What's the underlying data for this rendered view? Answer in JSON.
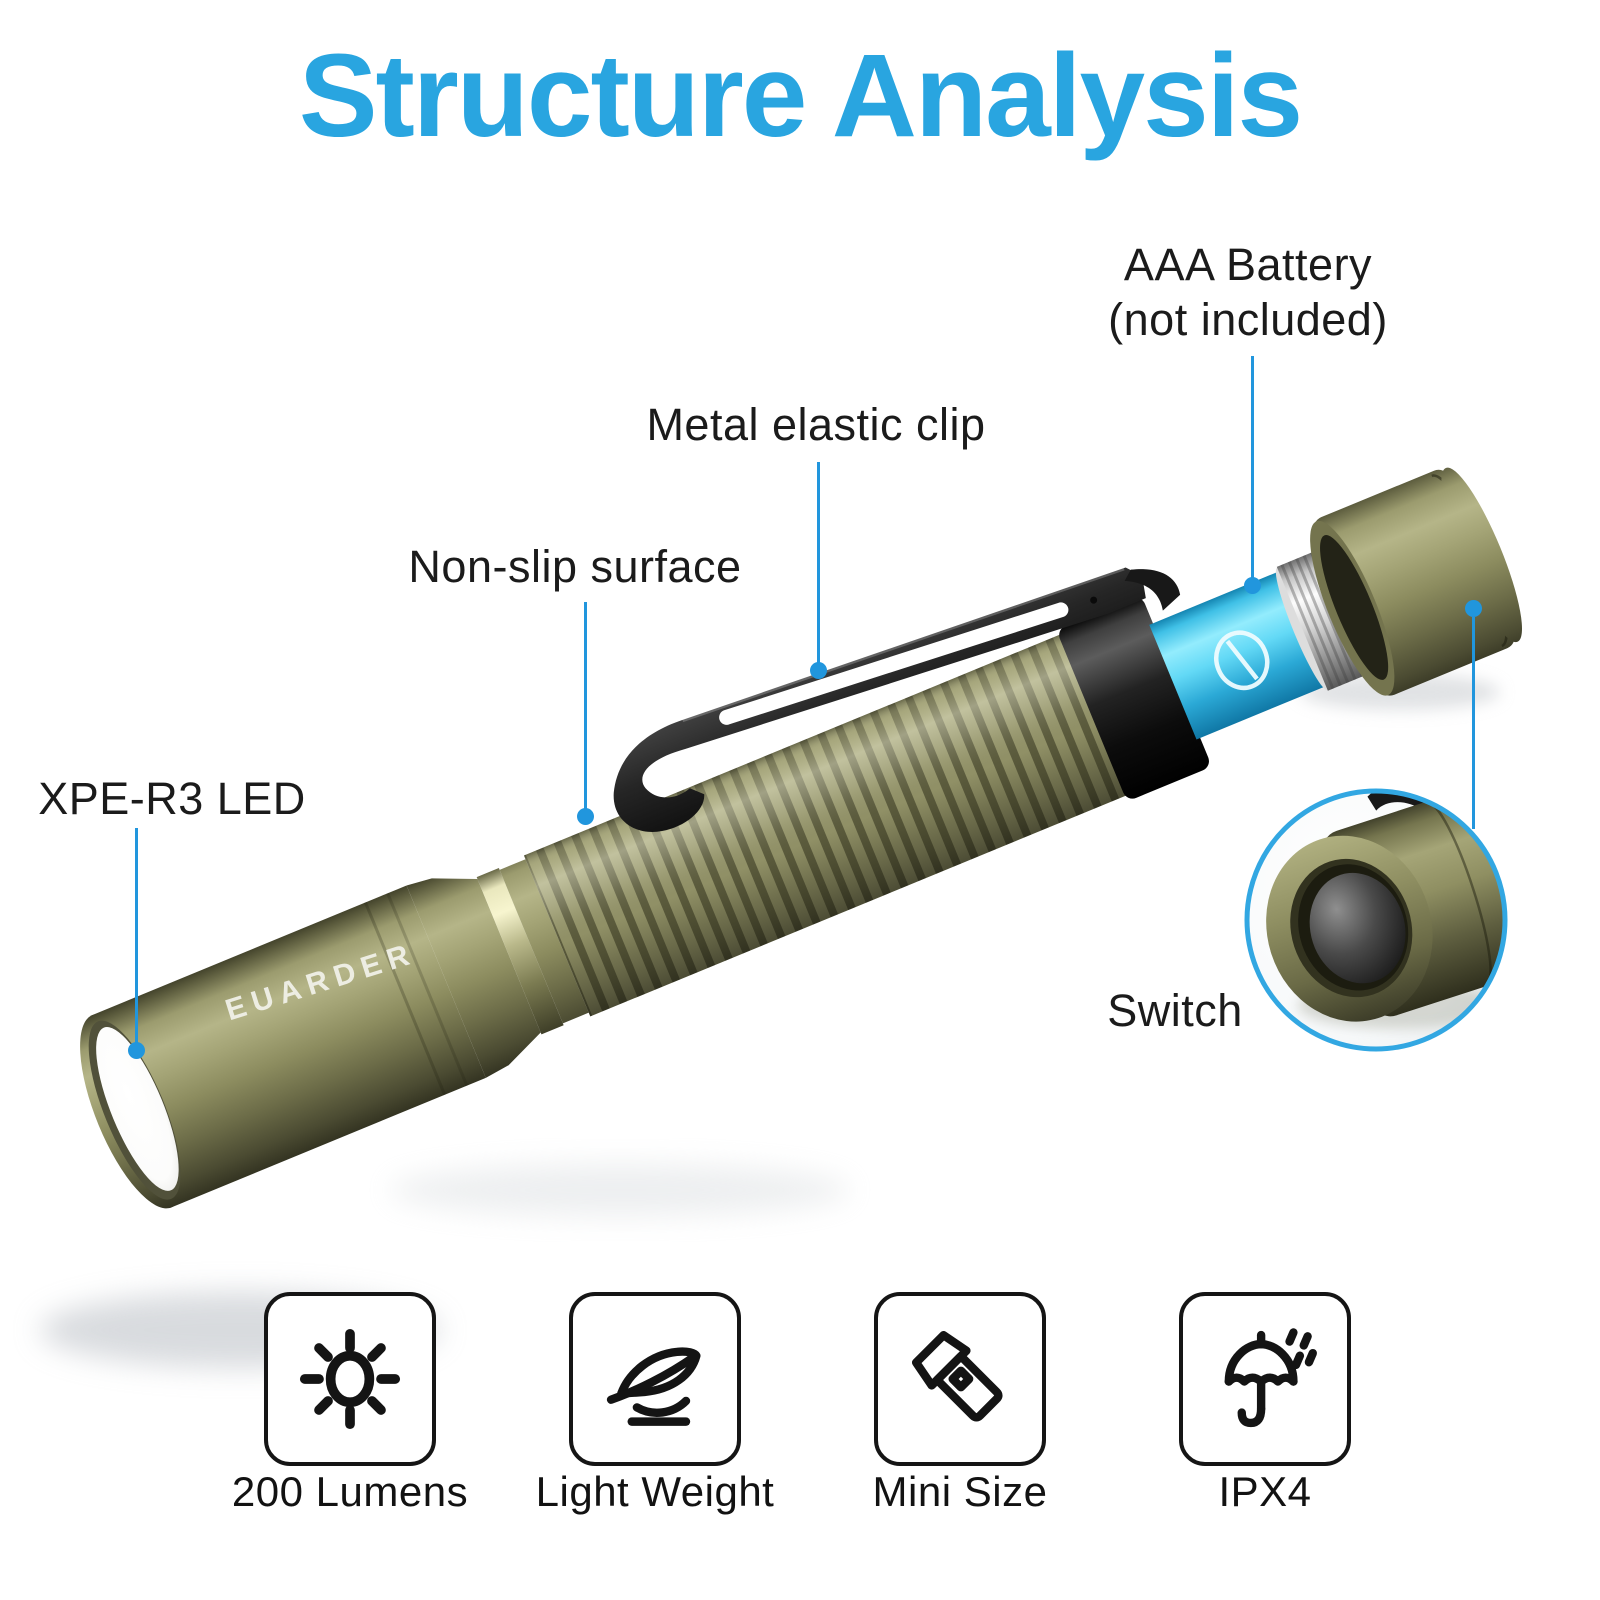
{
  "title": "Structure Analysis",
  "brand": "EUARDER",
  "colors": {
    "title_blue": "#29a5e0",
    "leader_blue": "#2196dd",
    "inset_ring_blue": "#32a7e2",
    "label_text": "#1b1b1b",
    "body_olive": "#8c8c5f",
    "battery_cyan": "#63d9f6",
    "clip_black": "#262626"
  },
  "callouts": {
    "battery": {
      "line1": "AAA Battery",
      "line2": "(not included)"
    },
    "clip": {
      "label": "Metal elastic clip"
    },
    "surface": {
      "label": "Non-slip surface"
    },
    "led": {
      "label": "XPE-R3 LED"
    },
    "switch": {
      "label": "Switch"
    }
  },
  "features": [
    {
      "icon": "sun-icon",
      "label": "200 Lumens"
    },
    {
      "icon": "feather-icon",
      "label": "Light Weight"
    },
    {
      "icon": "flashlight-icon",
      "label": "Mini Size"
    },
    {
      "icon": "umbrella-rain-icon",
      "label": "IPX4"
    }
  ]
}
